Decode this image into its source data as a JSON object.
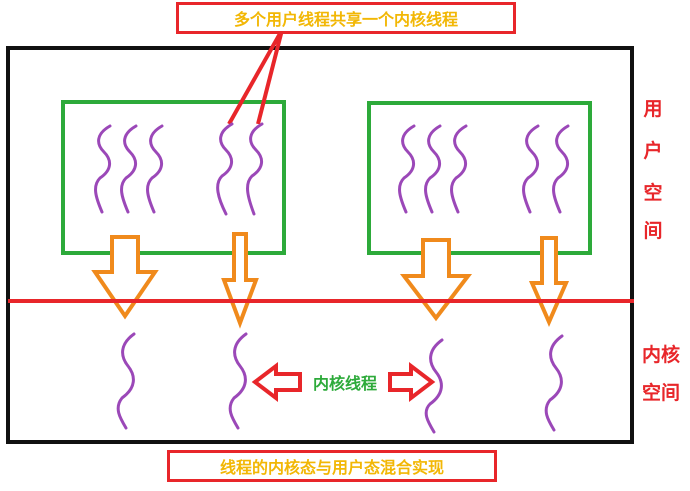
{
  "title_top": "多个用户线程共享一个内核线程",
  "title_bottom": "线程的内核态与用户态混合实现",
  "user_space": [
    "用",
    "户",
    "空",
    "间"
  ],
  "kernel_space": [
    "内核",
    "空间"
  ],
  "kernel_thread_label": "内核线程",
  "colors": {
    "red": "#e8262a",
    "green": "#2daa3a",
    "purple": "#9b48b8",
    "orange": "#f08a1c",
    "yellow_text": "#f2b705",
    "green_text": "#2daa3a",
    "black": "#111111"
  }
}
